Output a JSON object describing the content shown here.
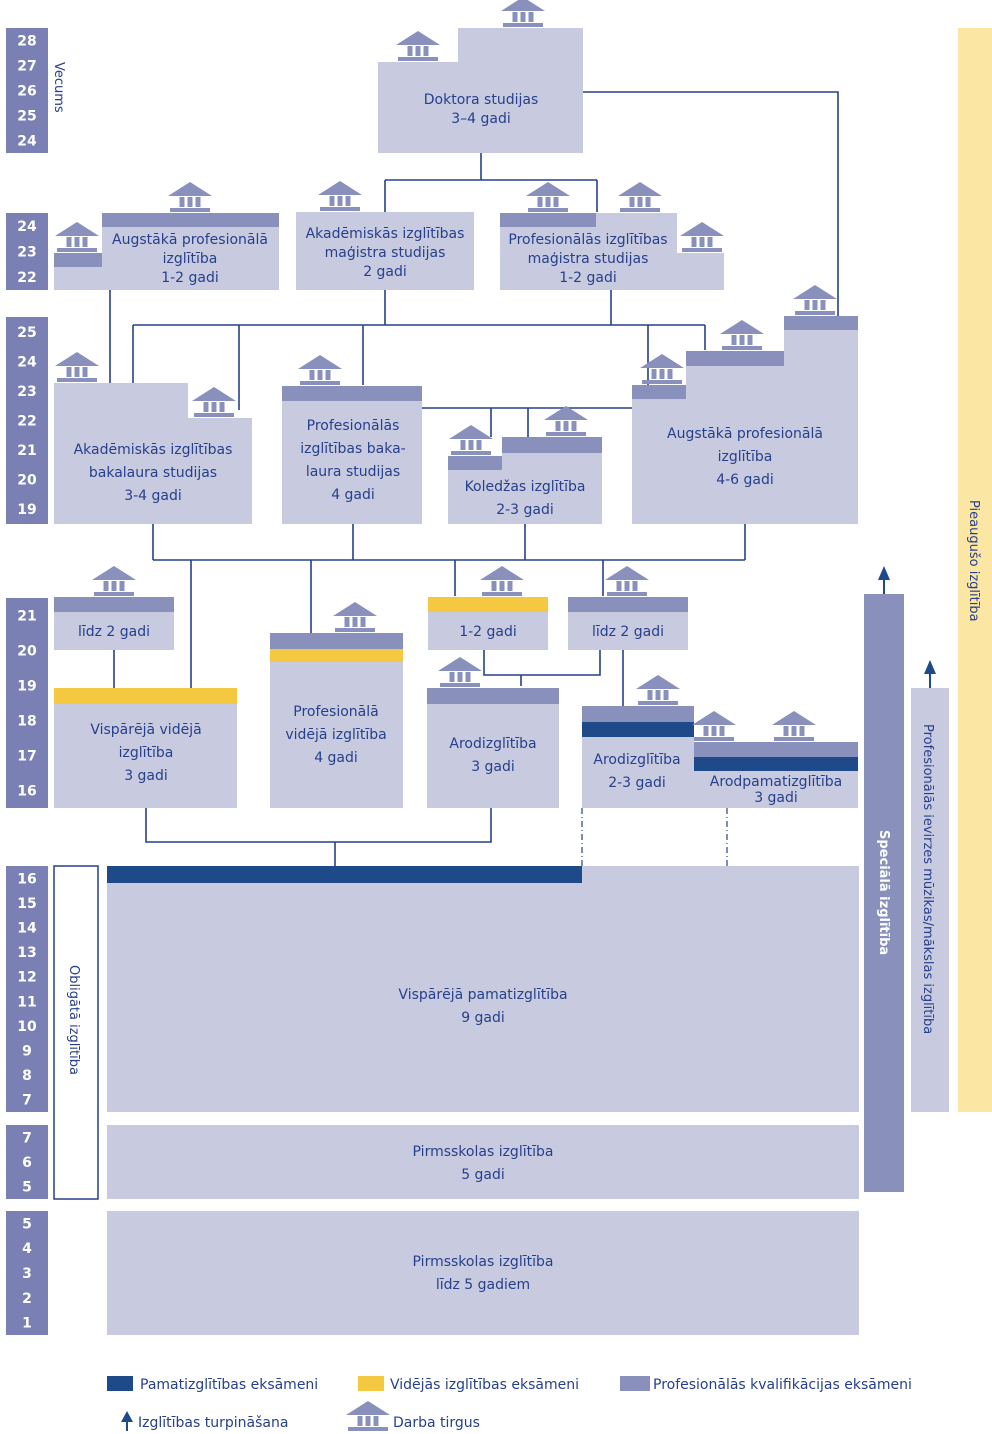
{
  "vertical_labels": {
    "age": "Vecums",
    "compulsory": "Obligātā izglītība",
    "adult": "Pieaugušo izglītība",
    "special": "Speciālā izglītība",
    "music_art": "Profesionālās ievirzes mūzikas/mākslas izglītība"
  },
  "age_columns": [
    [
      "28",
      "27",
      "26",
      "25",
      "24"
    ],
    [
      "24",
      "23",
      "22"
    ],
    [
      "25",
      "24",
      "23",
      "22",
      "21",
      "20",
      "19"
    ],
    [
      "21",
      "20",
      "19",
      "18",
      "17",
      "16"
    ],
    [
      "16",
      "15",
      "14",
      "13",
      "12",
      "11",
      "10",
      "9",
      "8",
      "7"
    ],
    [
      "7",
      "6",
      "5"
    ],
    [
      "5",
      "4",
      "3",
      "2",
      "1"
    ]
  ],
  "boxes": {
    "doctoral": [
      "Doktora studijas",
      "3–4 gadi"
    ],
    "higher_prof_master": [
      "Augstākā profesionālā",
      "izglītība",
      "1-2 gadi"
    ],
    "academic_master": [
      "Akadēmiskās izglītības",
      "maģistra studijas",
      "2 gadi"
    ],
    "prof_master": [
      "Profesionālās izglītības",
      "maģistra studijas",
      "1-2 gadi"
    ],
    "academic_bachelor": [
      "Akadēmiskās izglītības",
      "bakalaura studijas",
      "3-4 gadi"
    ],
    "prof_bachelor": [
      "Profesionālās",
      "izglītības baka-",
      "laura studijas",
      "4 gadi"
    ],
    "college": [
      "Koledžas izglītība",
      "2-3 gadi"
    ],
    "higher_prof": [
      "Augstākā profesionālā",
      "izglītība",
      "4-6 gadi"
    ],
    "upto2_a": [
      "līdz 2 gadi"
    ],
    "one_two": [
      "1-2 gadi"
    ],
    "upto2_b": [
      "līdz 2 gadi"
    ],
    "general_secondary": [
      "Vispārējā vidējā",
      "izglītība",
      "3 gadi"
    ],
    "vocational_secondary": [
      "Profesionālā",
      "vidējā izglītība",
      "4 gadi"
    ],
    "vocational_3": [
      "Arodizglītība",
      "3 gadi"
    ],
    "vocational_23": [
      "Arodizglītība",
      "2-3 gadi"
    ],
    "basic_vocational": [
      "Arodpamatizglītība",
      "3 gadi"
    ],
    "basic_general": [
      "Vispārējā pamatizglītība",
      "9 gadi"
    ],
    "preschool_57": [
      "Pirmsskolas izglītība",
      "5 gadi"
    ],
    "preschool_15": [
      "Pirmsskolas izglītība",
      "līdz 5 gadiem"
    ]
  },
  "legend": {
    "basic_exam": "Pamatizglītības eksāmeni",
    "secondary_exam": "Vidējās izglītības eksāmeni",
    "qualification_exam": "Profesionālās kvalifikācijas eksāmeni",
    "continuation": "Izglītības turpināšana",
    "labour_market": "Darba tirgus"
  },
  "colors": {
    "box": "#c8cbe0",
    "qualification": "#8990bc",
    "basic_exam": "#1e4a8a",
    "secondary_exam": "#f5c842",
    "adult": "#fce6a4",
    "text": "#27408b",
    "age": "#7a80b4",
    "line": "#27408b"
  }
}
